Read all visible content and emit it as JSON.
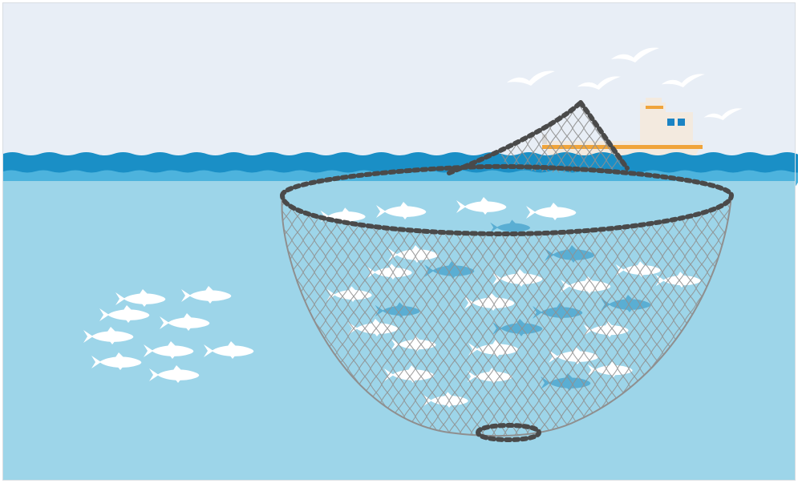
{
  "scene": {
    "subject": "purse-seine-fishing-illustration",
    "colors": {
      "sky": "#e8eef6",
      "wave_dark": "#1a8fc6",
      "wave_light": "#4db3dd",
      "water": "#9dd5e9",
      "fish_white": "#ffffff",
      "fish_blue": "#5aaed3",
      "net_line": "#8f8f8f",
      "net_float": "#4a4a4a",
      "boat_hull": "#f3eadf",
      "boat_stripe": "#f0a43a",
      "boat_window": "#1b84c4",
      "bird": "#ffffff"
    },
    "elements": {
      "sky": "sky-background",
      "sea": "sea-water",
      "boat": "fishing-boat",
      "net": "purse-seine-net",
      "free_school": "fish-school-outside-net",
      "caught_fish": "fish-inside-net",
      "birds": "seagulls"
    }
  }
}
